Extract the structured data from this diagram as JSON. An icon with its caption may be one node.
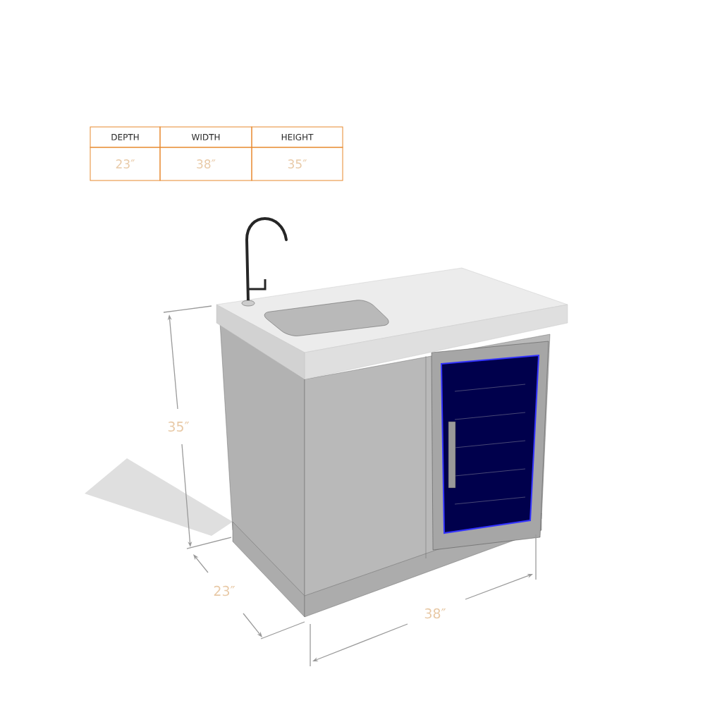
{
  "diagram": {
    "labels": [
      "DEPTH",
      "WIDTH",
      "HEIGHT",
      "23″",
      "38″",
      "35″",
      "35″",
      "23″",
      "38″"
    ]
  }
}
